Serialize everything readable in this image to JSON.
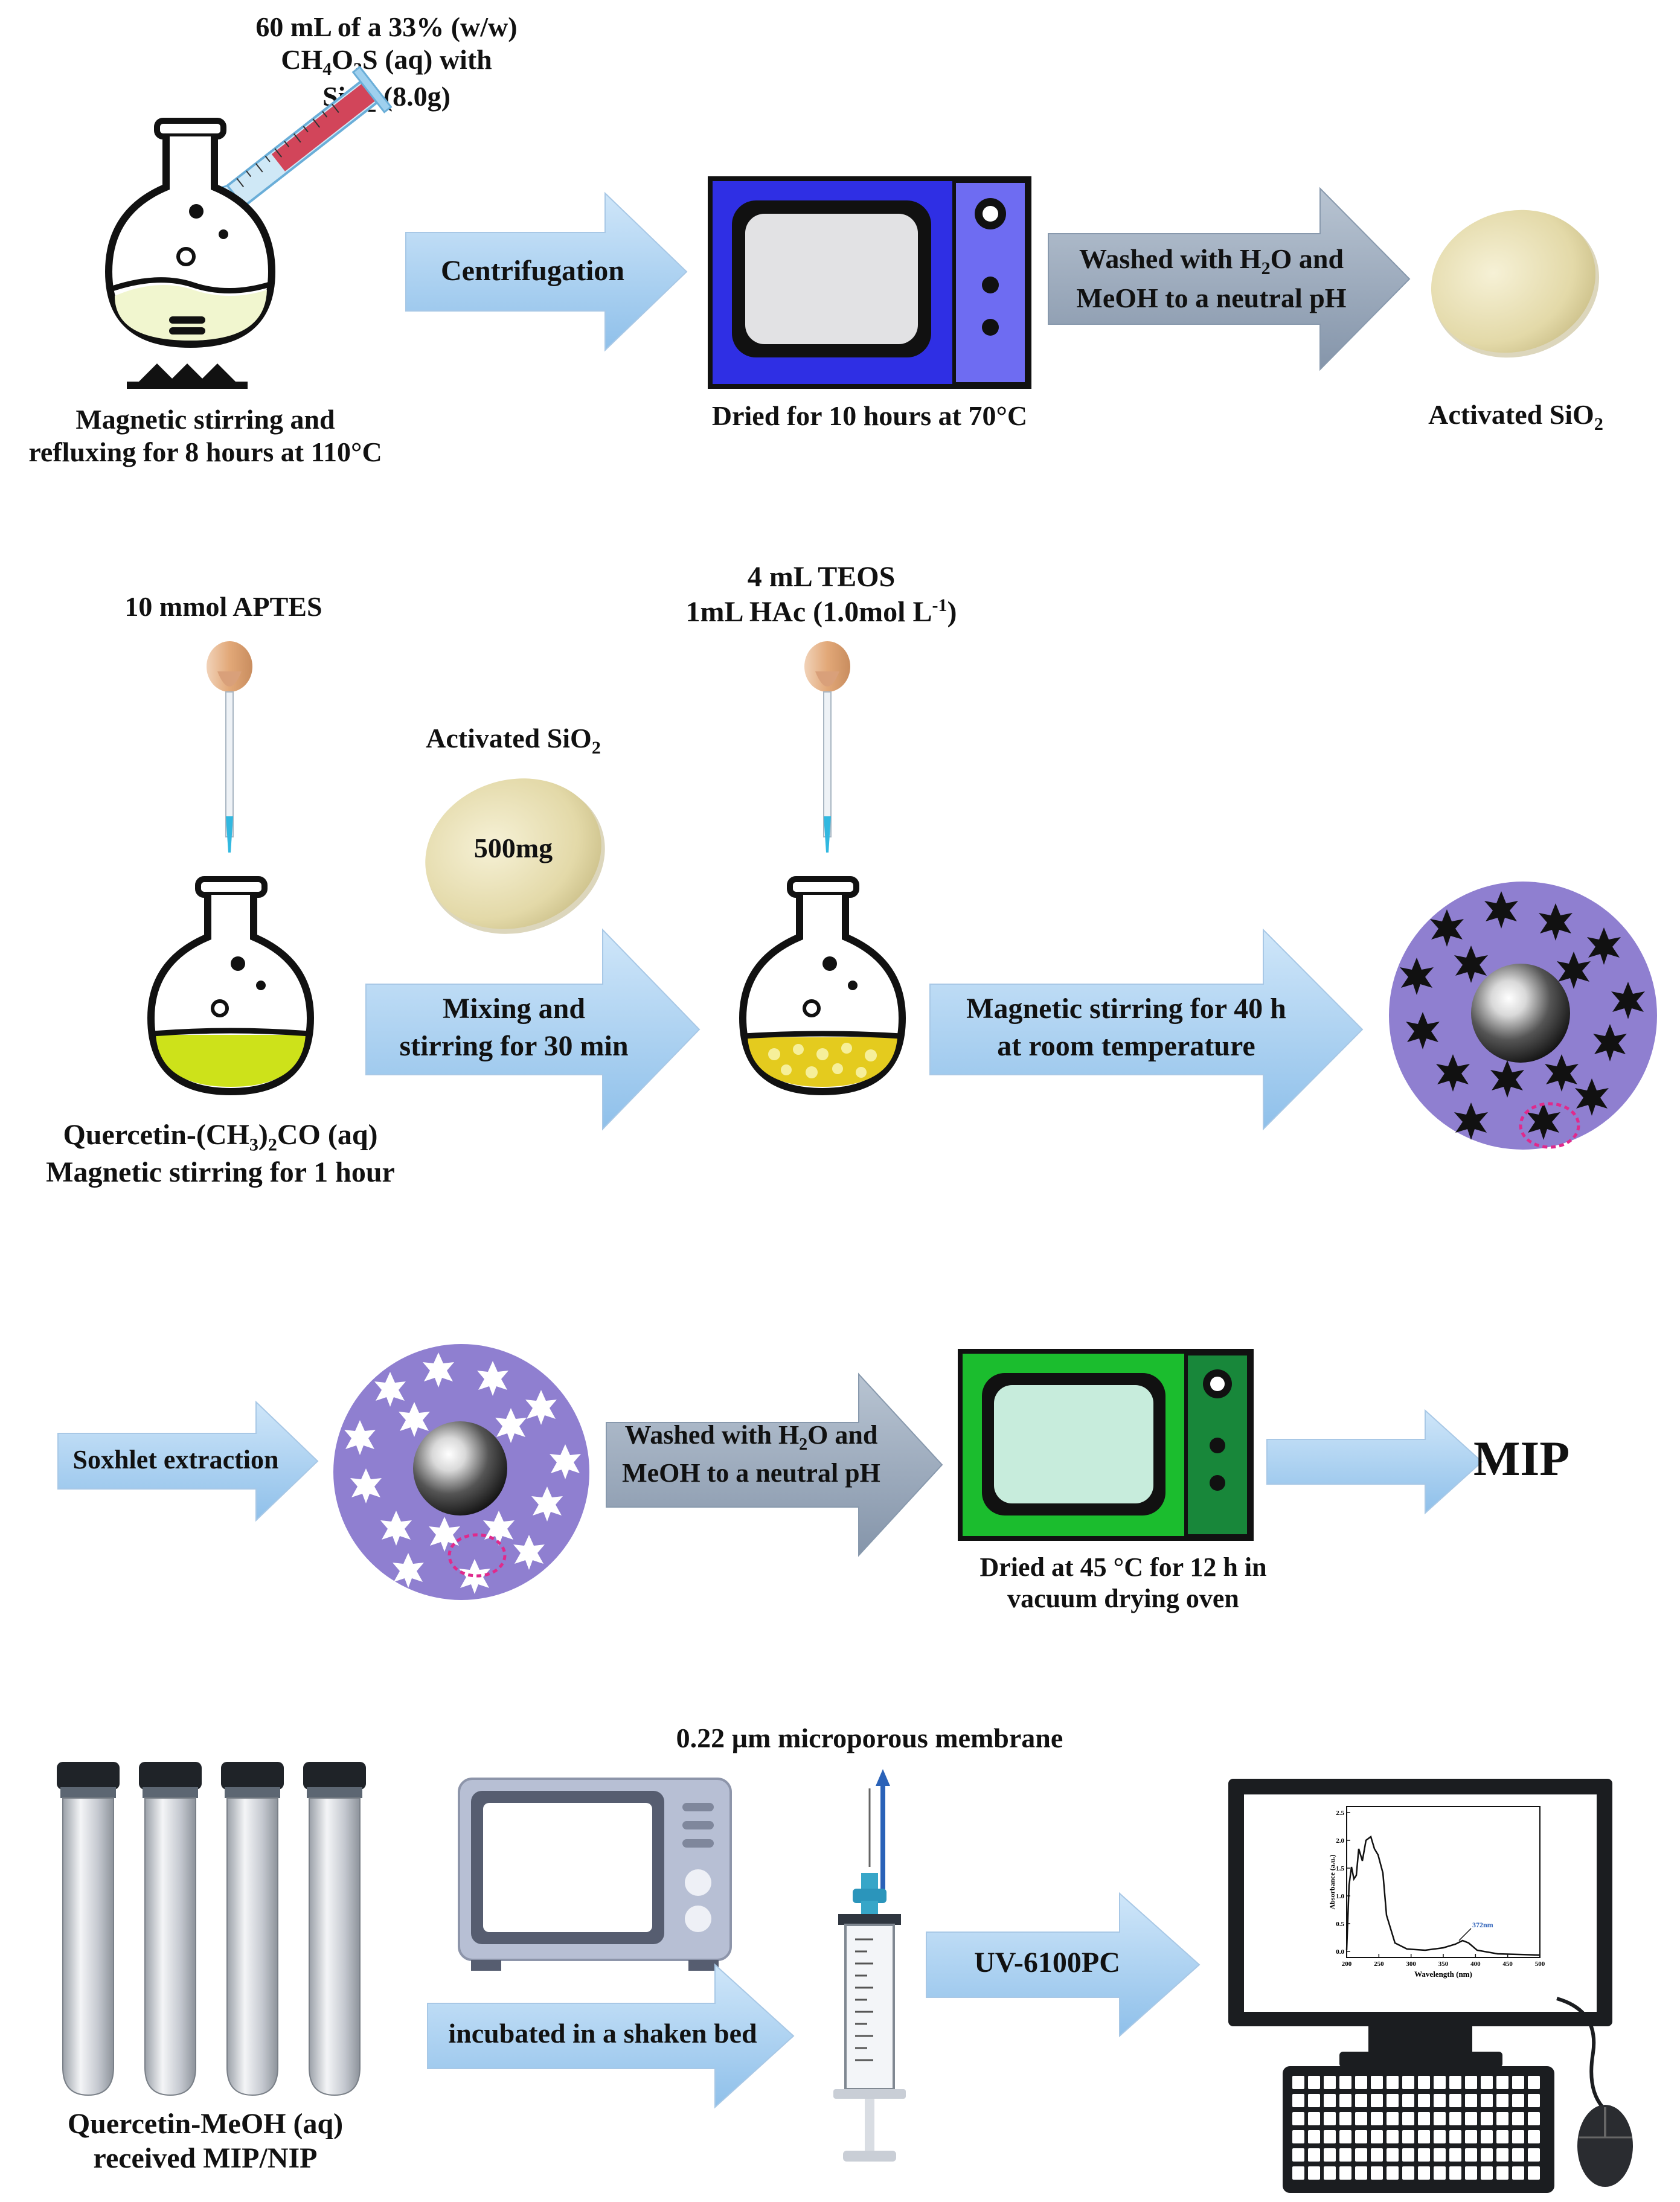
{
  "row1": {
    "reagent_line1": "60 mL of a 33% (w/w)",
    "reagent_line2_a": "CH",
    "reagent_line2_sub1": "4",
    "reagent_line2_b": "O",
    "reagent_line2_sub2": "3",
    "reagent_line2_c": "S (aq) with",
    "reagent_line3_a": "SiO",
    "reagent_line3_sub": "2",
    "reagent_line3_b": " (8.0g)",
    "flask_caption_line1": "Magnetic stirring and",
    "flask_caption_line2": "refluxing for 8 hours at 110°C",
    "arrow1": "Centrifugation",
    "oven_caption": "Dried for 10 hours at 70°C",
    "arrow2_line1_a": "Washed with H",
    "arrow2_line1_sub": "2",
    "arrow2_line1_b": "O and",
    "arrow2_line2": "MeOH to a neutral pH",
    "product_a": "Activated SiO",
    "product_sub": "2"
  },
  "row2": {
    "aptes": "10 mmol APTES",
    "flask_caption_line1_a": "Quercetin-(CH",
    "flask_caption_line1_sub": "3",
    "flask_caption_line1_b": ")",
    "flask_caption_line1_sub2": "2",
    "flask_caption_line1_c": "CO (aq)",
    "flask_caption_line2": "Magnetic stirring for 1 hour",
    "silica_label_a": "Activated SiO",
    "silica_label_sub": "2",
    "silica_mass": "500mg",
    "arrow1_line1": "Mixing and",
    "arrow1_line2": "stirring for 30 min",
    "teos_line1": "4 mL TEOS",
    "teos_line2_a": "1mL HAc (1.0mol L",
    "teos_line2_sup": "-1",
    "teos_line2_b": ")",
    "arrow2_line1": "Magnetic stirring for 40 h",
    "arrow2_line2": "at room temperature"
  },
  "row3": {
    "arrow1": "Soxhlet extraction",
    "arrow2_line1_a": "Washed with H",
    "arrow2_line1_sub": "2",
    "arrow2_line1_b": "O and",
    "arrow2_line2": "MeOH to a neutral pH",
    "oven_caption_line1": "Dried at 45 °C for 12 h in",
    "oven_caption_line2": "vacuum drying oven",
    "product": "MIP"
  },
  "row4": {
    "tubes_caption_line1": "Quercetin-MeOH (aq)",
    "tubes_caption_line2": "received MIP/NIP",
    "shaker_arrow": "incubated in a shaken bed",
    "membrane": "0.22 µm microporous membrane",
    "uv_arrow": "UV-6100PC"
  },
  "spectrum": {
    "ylabel": "Absorbance (a.u.)",
    "xlabel": "Wavelength (nm)",
    "peak_label": "372nm",
    "xticks": [
      "200",
      "250",
      "300",
      "350",
      "400",
      "450",
      "500"
    ],
    "yticks": [
      "0.0",
      "0.5",
      "1.0",
      "1.5",
      "2.0",
      "2.5"
    ]
  },
  "colors": {
    "arrow_blue": "#a9cfef",
    "arrow_gray": "#97a6b8",
    "oven1_body": "#2929e0",
    "oven2_body": "#16b32a",
    "shell_purple": "#8f7fd0",
    "flask_liquid_pale": "#f1f6cf",
    "flask_liquid_green": "#cde21a",
    "flask_liquid_yellow": "#e4cb1e"
  }
}
